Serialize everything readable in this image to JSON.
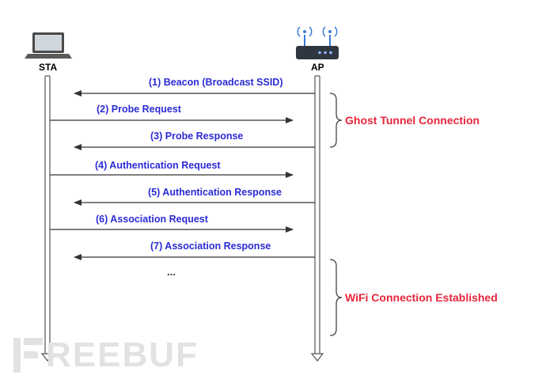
{
  "nodes": {
    "sta": {
      "label": "STA",
      "icon": "laptop-icon"
    },
    "ap": {
      "label": "AP",
      "icon": "router-icon"
    }
  },
  "messages": [
    {
      "label": "(1) Beacon (Broadcast SSID)",
      "from": "ap",
      "to": "sta"
    },
    {
      "label": "(2) Probe Request",
      "from": "sta",
      "to": "ap"
    },
    {
      "label": "(3) Probe Response",
      "from": "ap",
      "to": "sta"
    },
    {
      "label": "(4) Authentication Request",
      "from": "sta",
      "to": "ap"
    },
    {
      "label": "(5) Authentication Response",
      "from": "ap",
      "to": "sta"
    },
    {
      "label": "(6) Association Request",
      "from": "sta",
      "to": "ap"
    },
    {
      "label": "(7) Association Response",
      "from": "ap",
      "to": "sta"
    }
  ],
  "ellipsis": "...",
  "brackets": [
    {
      "label": "Ghost Tunnel Connection",
      "color": "#e8263c"
    },
    {
      "label": "WiFi Connection Established",
      "color": "#e8263c"
    }
  ],
  "watermark": "FREEBUF",
  "colors": {
    "message_text": "#2b2bd6",
    "lines": "#333333",
    "bracket_text": "#e8263c"
  }
}
